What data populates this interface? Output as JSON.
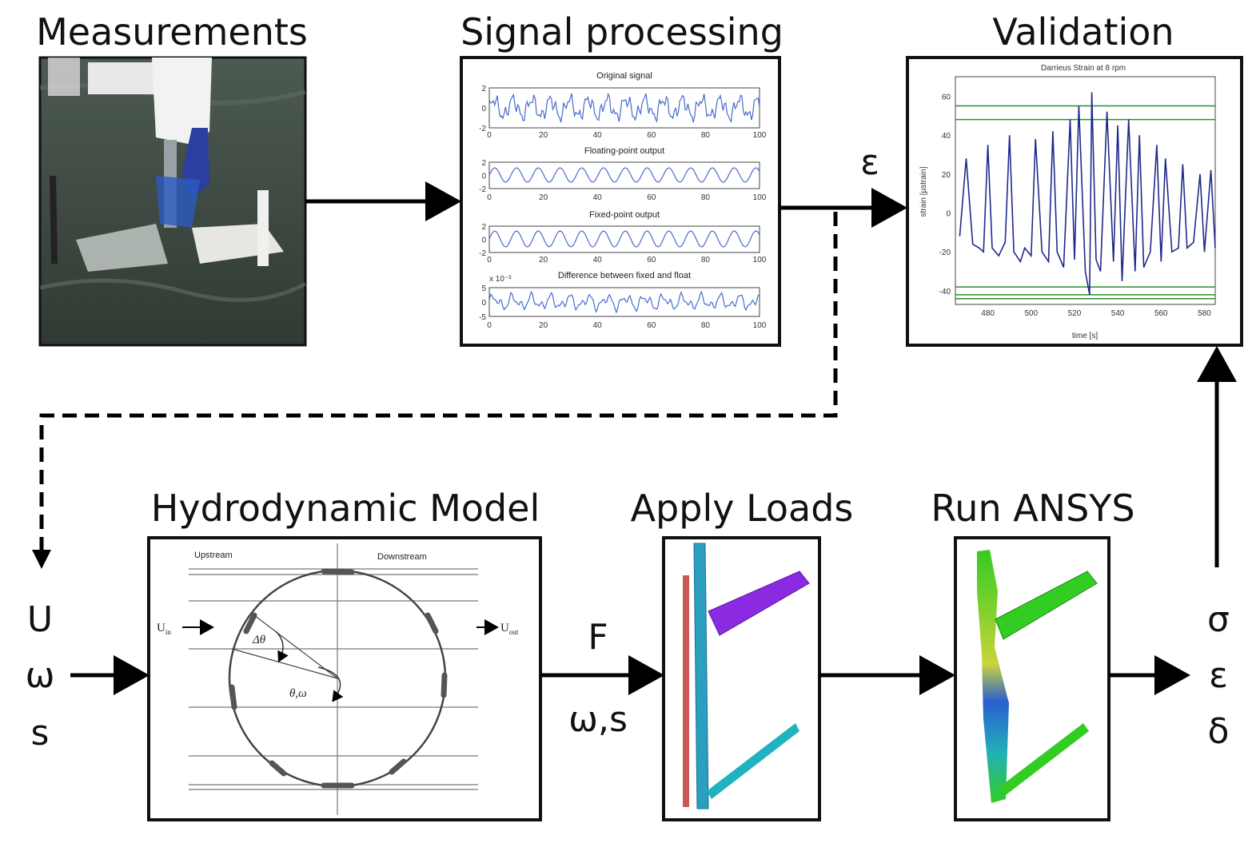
{
  "titles": {
    "measurements": "Measurements",
    "signal_processing": "Signal processing",
    "validation": "Validation",
    "hydrodynamic_model": "Hydrodynamic Model",
    "apply_loads": "Apply Loads",
    "run_ansys": "Run ANSYS"
  },
  "symbols": {
    "epsilon_top": "ε",
    "inputs": [
      "U",
      "ω",
      "s"
    ],
    "force": "F",
    "force_sub": "ω,s",
    "outputs": [
      "σ",
      "ε",
      "δ"
    ]
  },
  "signal_panel": {
    "plot_titles": [
      "Original signal",
      "Floating-point output",
      "Fixed-point output",
      "Difference between fixed and float"
    ],
    "x_ticks": [
      "0",
      "20",
      "40",
      "60",
      "80",
      "100"
    ],
    "y_ticks": [
      "2",
      "0",
      "-2"
    ],
    "y_ticks_diff": [
      "5",
      "0",
      "-5"
    ],
    "exponent": "x 10⁻³"
  },
  "validation_panel": {
    "title": "Darrieus Strain at 8 rpm",
    "xlabel": "time [s]",
    "ylabel": "strain [µstrain]",
    "x_ticks": [
      "480",
      "500",
      "520",
      "540",
      "560",
      "580"
    ],
    "y_ticks": [
      "60",
      "40",
      "20",
      "0",
      "-20",
      "-40"
    ]
  },
  "hydro_panel": {
    "upstream": "Upstream",
    "downstream": "Downstream",
    "u_in": "U",
    "u_in_sub": "in",
    "u_out": "U",
    "u_out_sub": "out",
    "delta_theta": "Δθ",
    "theta_omega": "θ,ω"
  },
  "colors": {
    "strain_line": "#1f2a8a",
    "limit_green": "#2e8b2e",
    "signal_blue": "#4a6ad0",
    "purple_arm": "#8a2be2",
    "teal_arm": "#20b2c0",
    "ansys_green": "#33cc22",
    "ansys_blue": "#2a5fd0",
    "load_red": "#c23a3a"
  },
  "chart_data": {
    "type": "line",
    "title": "Darrieus Strain at 8 rpm",
    "xlabel": "time [s]",
    "ylabel": "strain [µstrain]",
    "xlim": [
      465,
      585
    ],
    "ylim": [
      -47,
      70
    ],
    "series": [
      {
        "x": [
          467,
          470,
          473,
          476,
          478,
          480,
          482,
          485,
          488,
          490,
          492,
          495,
          497,
          500,
          502,
          505,
          508,
          510,
          512,
          515,
          518,
          520,
          522,
          525,
          527,
          528,
          530,
          532,
          535,
          538,
          540,
          542,
          545,
          548,
          550,
          552,
          555,
          558,
          560,
          562,
          565,
          568,
          570,
          572,
          575,
          578,
          580,
          583,
          585
        ],
        "values": [
          -12,
          28,
          -16,
          -18,
          -20,
          35,
          -18,
          -22,
          -15,
          40,
          -20,
          -25,
          -18,
          -22,
          38,
          -20,
          -25,
          42,
          -20,
          -28,
          48,
          -24,
          55,
          -30,
          -42,
          62,
          -24,
          -30,
          52,
          -25,
          45,
          -35,
          48,
          -30,
          40,
          -28,
          -20,
          35,
          -25,
          28,
          -20,
          -18,
          25,
          -18,
          -15,
          20,
          -20,
          22,
          -18
        ]
      }
    ],
    "horizontal_lines": [
      55,
      48,
      -38,
      -42,
      -44
    ]
  }
}
